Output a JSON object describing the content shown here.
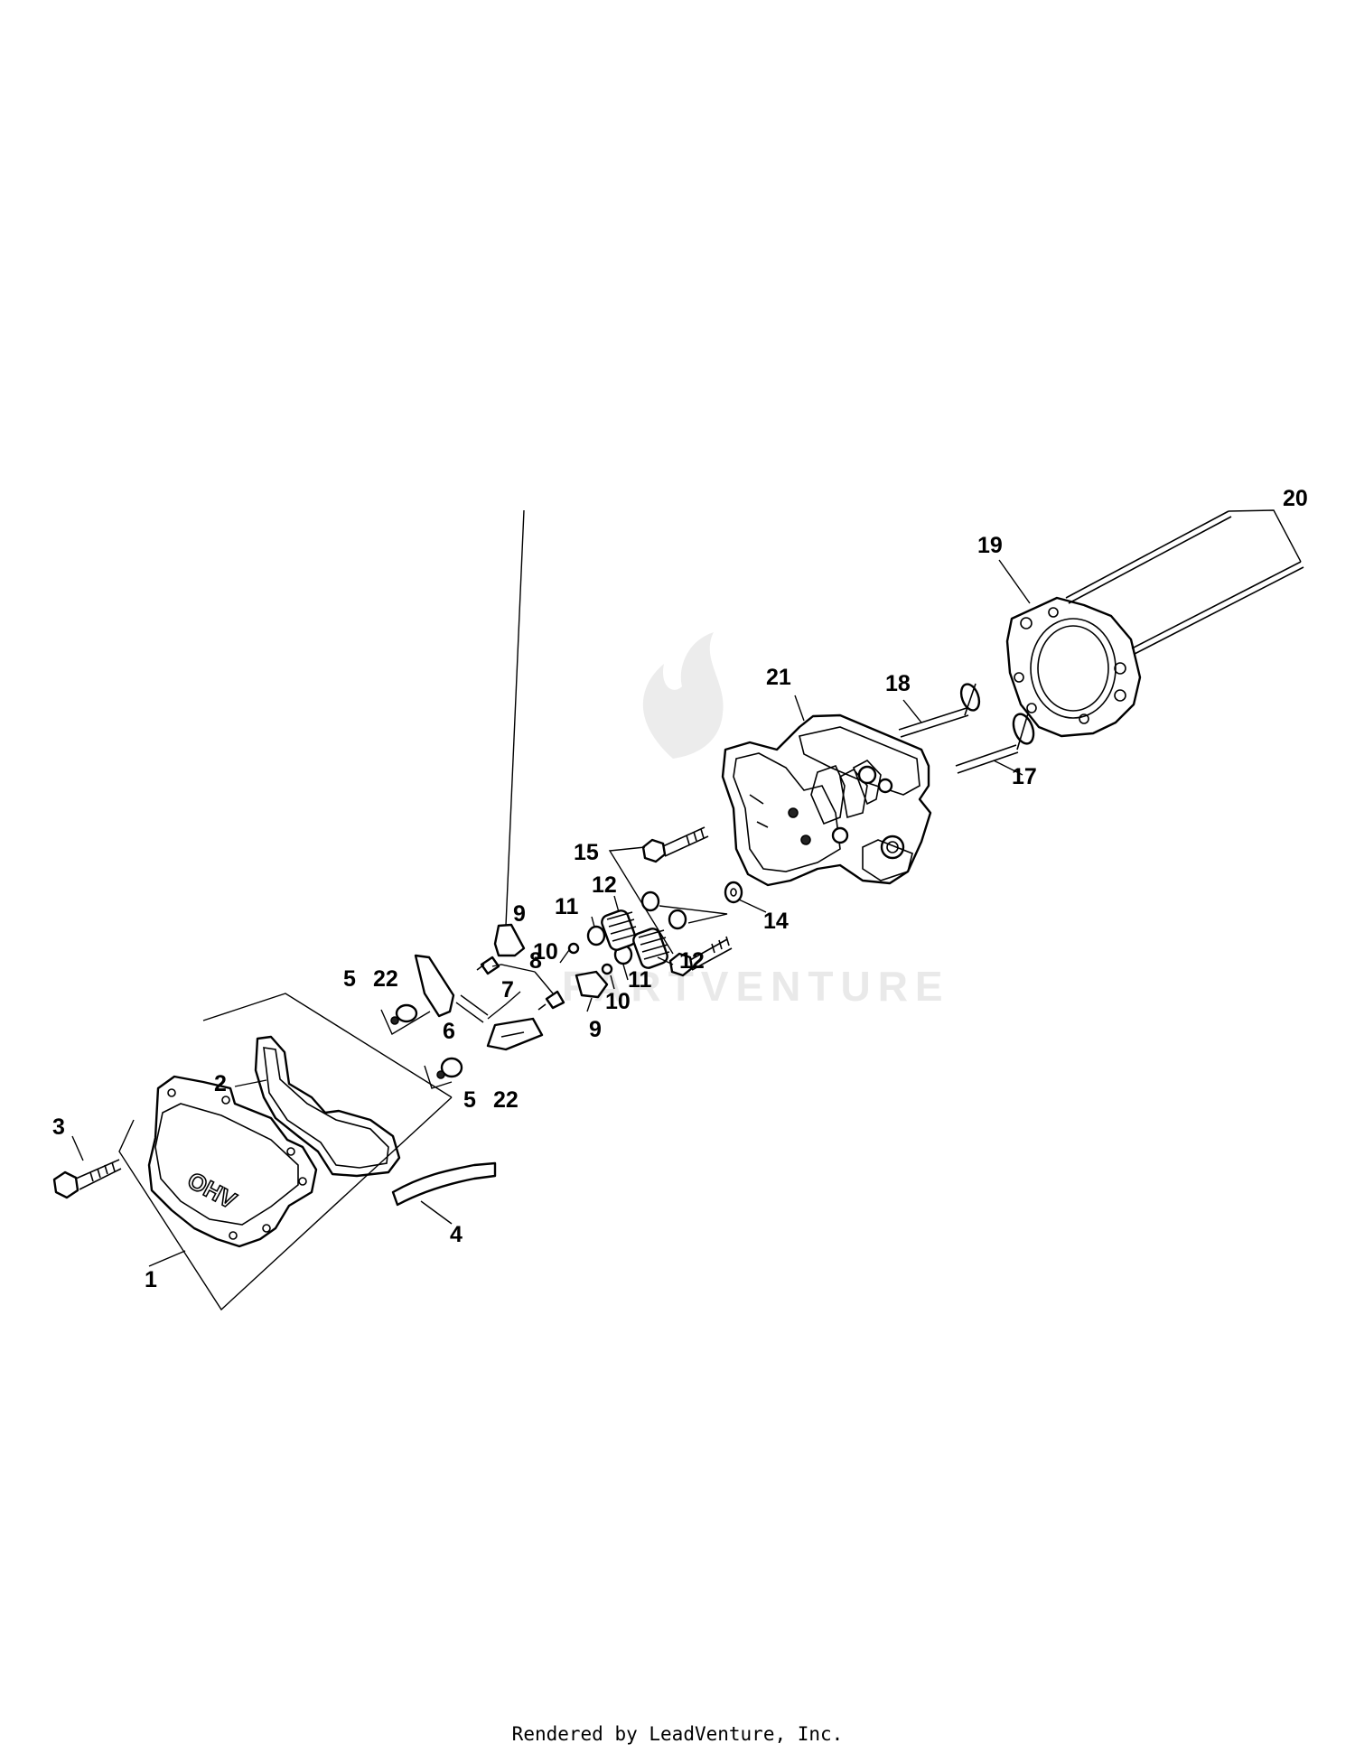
{
  "footer": {
    "credit": "Rendered by LeadVenture, Inc."
  },
  "watermark": {
    "text": "PARTVENTURE",
    "icon": "flame-logo-icon"
  },
  "callouts": [
    {
      "id": "c1",
      "label": "1"
    },
    {
      "id": "c2",
      "label": "2"
    },
    {
      "id": "c3",
      "label": "3"
    },
    {
      "id": "c4",
      "label": "4"
    },
    {
      "id": "c5a",
      "label": "5"
    },
    {
      "id": "c5b",
      "label": "5"
    },
    {
      "id": "c6",
      "label": "6"
    },
    {
      "id": "c7",
      "label": "7"
    },
    {
      "id": "c8",
      "label": "8"
    },
    {
      "id": "c9a",
      "label": "9"
    },
    {
      "id": "c9b",
      "label": "9"
    },
    {
      "id": "c10a",
      "label": "10"
    },
    {
      "id": "c10b",
      "label": "10"
    },
    {
      "id": "c11a",
      "label": "11"
    },
    {
      "id": "c11b",
      "label": "11"
    },
    {
      "id": "c12a",
      "label": "12"
    },
    {
      "id": "c12b",
      "label": "12"
    },
    {
      "id": "c14",
      "label": "14"
    },
    {
      "id": "c15",
      "label": "15"
    },
    {
      "id": "c17",
      "label": "17"
    },
    {
      "id": "c18",
      "label": "18"
    },
    {
      "id": "c19",
      "label": "19"
    },
    {
      "id": "c20",
      "label": "20"
    },
    {
      "id": "c21",
      "label": "21"
    },
    {
      "id": "c22a",
      "label": "22"
    },
    {
      "id": "c22b",
      "label": "22"
    }
  ],
  "parts": {
    "valve_cover_emboss": "OHV"
  }
}
